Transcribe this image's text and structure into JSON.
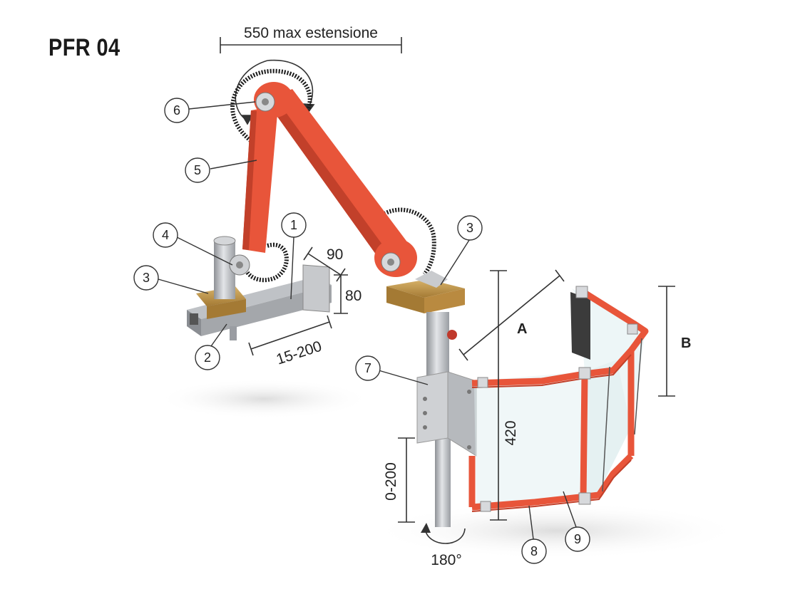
{
  "title": "PFR 04",
  "dimensions": {
    "max_extension": "550 max estensione",
    "width_90": "90",
    "height_80": "80",
    "length_range": "15-200",
    "height_range": "0-200",
    "rotation": "180°",
    "height_420": "420",
    "dim_a": "A",
    "dim_b": "B"
  },
  "callouts": {
    "c1": "1",
    "c2": "2",
    "c3a": "3",
    "c3b": "3",
    "c4": "4",
    "c5": "5",
    "c6": "6",
    "c7": "7",
    "c8": "8",
    "c9": "9"
  },
  "colors": {
    "arm_orange": "#e8553a",
    "arm_shadow": "#c2402a",
    "steel": "#b9bcc0",
    "steel_dark": "#8a8d92",
    "brass": "#c49a4f",
    "hose": "#1c1c1c",
    "glass": "#d9ecef"
  }
}
